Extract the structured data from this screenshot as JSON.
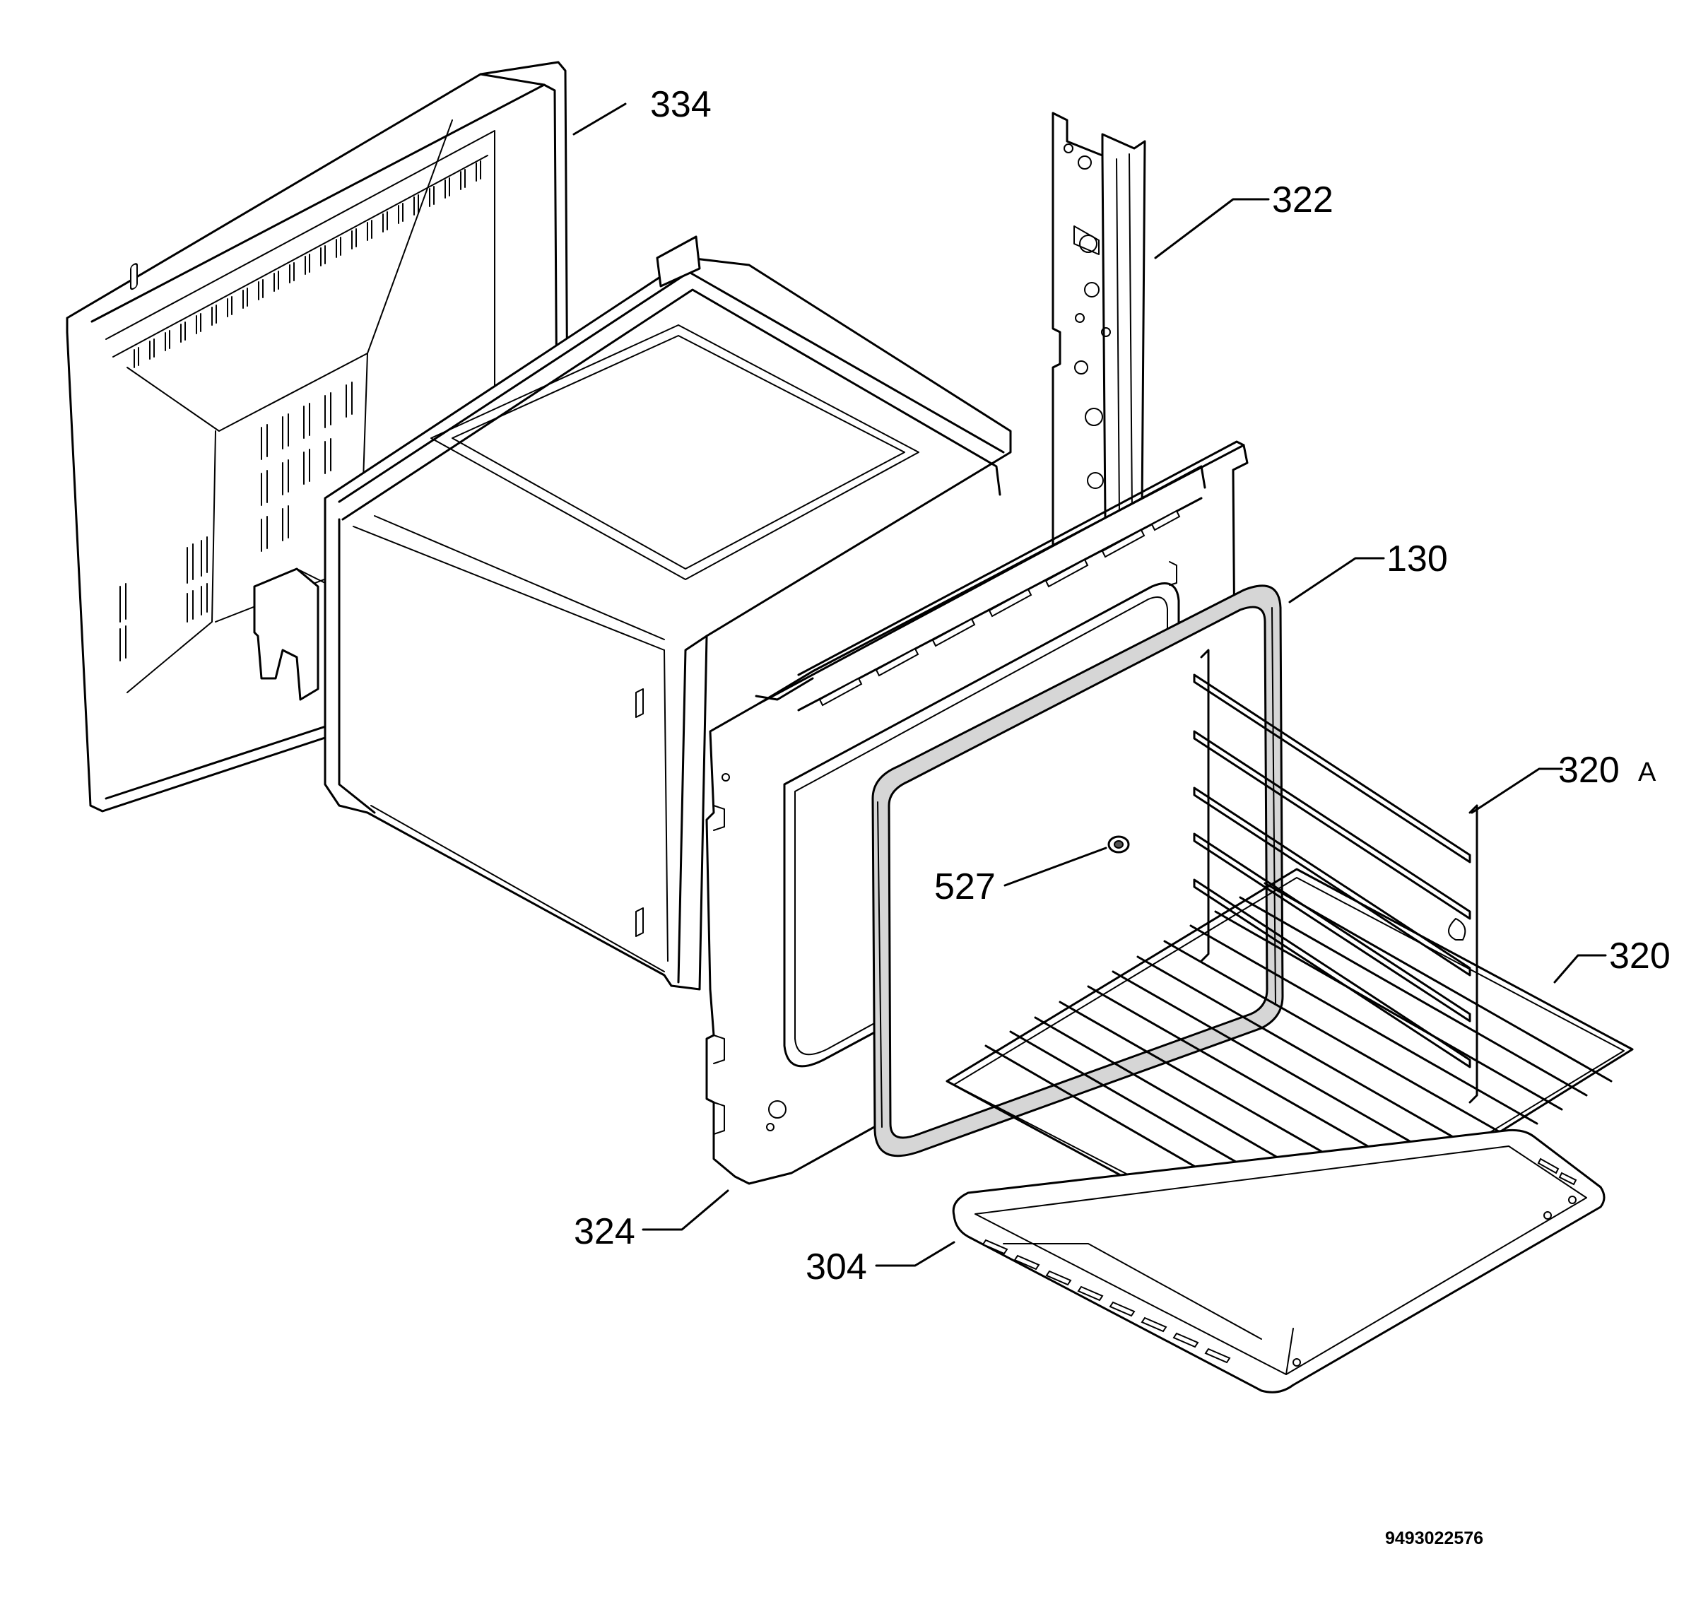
{
  "labels": {
    "back_panel": "334",
    "side_rail": "322",
    "door_seal": "130",
    "shelf_support": "320",
    "shelf_support_suffix": "A",
    "hinge_nut": "527",
    "wire_shelf": "320",
    "front_frame": "324",
    "baking_tray": "304"
  },
  "document_number": "9493022576"
}
